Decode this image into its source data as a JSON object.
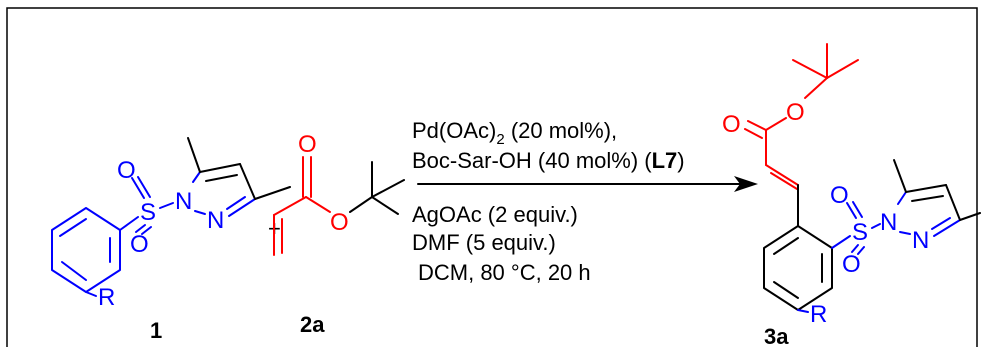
{
  "colors": {
    "heteroatom": "#0000ff",
    "acrylate": "#ff0000",
    "bonds": "#000000",
    "background": "#ffffff"
  },
  "atoms": {
    "oxygen": "O",
    "sulfur": "S",
    "nitrogen": "N",
    "substituent": "R"
  },
  "reactant_1": {
    "label": "1"
  },
  "reactant_2": {
    "label": "2a"
  },
  "plus_sign": "+",
  "conditions": {
    "line1_pre": "Pd(OAc)",
    "line1_sub": "2",
    "line1_post": " (20 mol%),",
    "line2_pre": "Boc-Sar-OH (40 mol%) (",
    "line2_bold": "L7",
    "line2_post": ")",
    "line3": "AgOAc (2 equiv.)",
    "line4": "DMF (5 equiv.)",
    "line5": "DCM, 80 °C, 20 h"
  },
  "product": {
    "label": "3a"
  }
}
